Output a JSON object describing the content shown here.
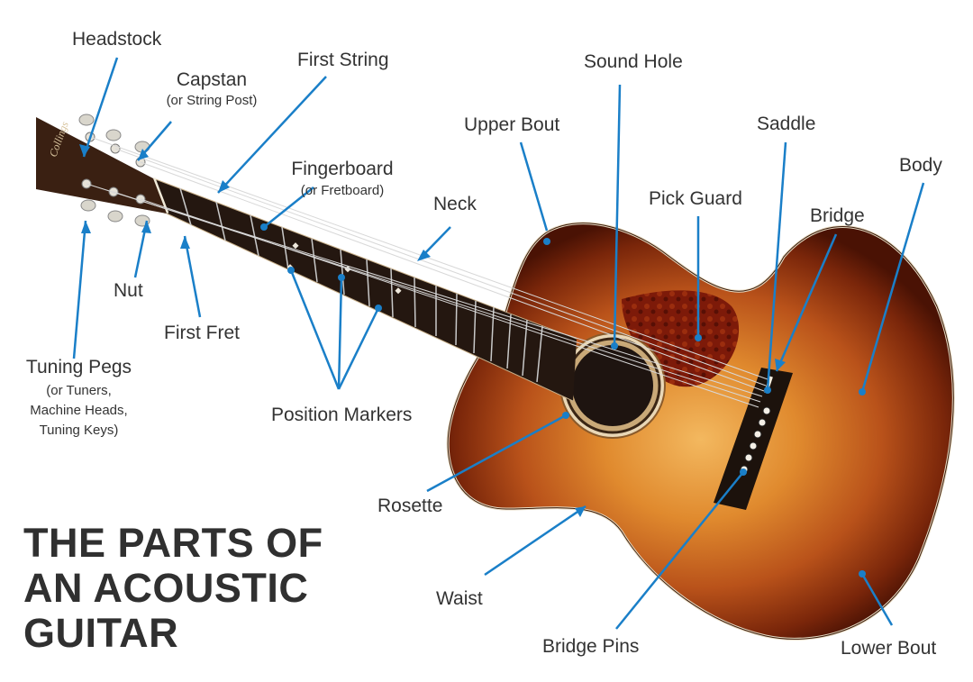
{
  "title": {
    "line1": "THE PARTS OF",
    "line2": "AN ACOUSTIC",
    "line3": "GUITAR"
  },
  "labels": {
    "headstock": "Headstock",
    "capstan": "Capstan",
    "capstan_sub": "(or String Post)",
    "first_string": "First String",
    "sound_hole": "Sound Hole",
    "upper_bout": "Upper Bout",
    "saddle": "Saddle",
    "body": "Body",
    "fingerboard": "Fingerboard",
    "fingerboard_sub": "(or Fretboard)",
    "neck": "Neck",
    "pick_guard": "Pick Guard",
    "bridge": "Bridge",
    "nut": "Nut",
    "first_fret": "First Fret",
    "tuning_pegs": "Tuning Pegs",
    "tuning_pegs_sub1": "(or Tuners,",
    "tuning_pegs_sub2": "Machine Heads,",
    "tuning_pegs_sub3": "Tuning Keys)",
    "position_markers": "Position Markers",
    "rosette": "Rosette",
    "waist": "Waist",
    "bridge_pins": "Bridge Pins",
    "lower_bout": "Lower Bout"
  },
  "colors": {
    "arrow": "#1a7fc8",
    "text": "#333333",
    "body_center": "#f1b25a",
    "body_edge": "#5c1605",
    "pickguard": "#7a1608",
    "fingerboard": "#24170f",
    "headstock": "#3a2012"
  }
}
